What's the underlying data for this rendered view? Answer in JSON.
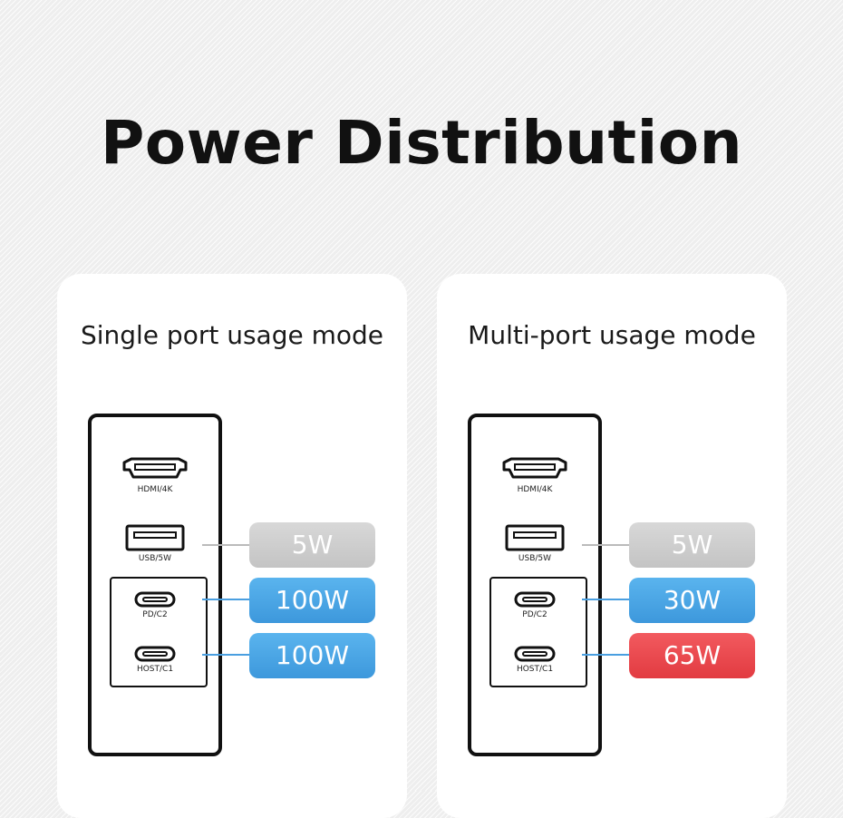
{
  "page": {
    "title": "Power Distribution"
  },
  "colors": {
    "gray": "#cfcfcf",
    "blue": "#4aa6e6",
    "red": "#ec4a4f",
    "line_gray": "#bbbbbb",
    "line_blue": "#4a9fe0"
  },
  "ports": {
    "hdmi": "HDMI/4K",
    "usb": "USB/5W",
    "pd": "PD/C2",
    "host": "HOST/C1"
  },
  "icons": {
    "hdmi": "hdmi-port-icon",
    "usb": "usb-a-port-icon",
    "usbc": "usb-c-port-icon"
  },
  "modes": [
    {
      "title": "Single port usage mode",
      "usb_power": "5W",
      "pd_power": "100W",
      "host_power": "100W"
    },
    {
      "title": "Multi-port usage mode",
      "usb_power": "5W",
      "pd_power": "30W",
      "host_power": "65W"
    }
  ]
}
